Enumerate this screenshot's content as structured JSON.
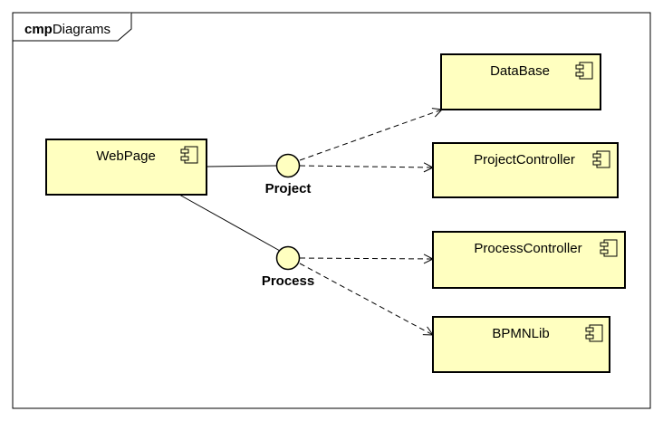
{
  "frame": {
    "kind": "cmp",
    "name": "Diagrams"
  },
  "components": {
    "webpage": "WebPage",
    "database": "DataBase",
    "projectcontroller": "ProjectController",
    "processcontroller": "ProcessController",
    "bpmnlib": "BPMNLib"
  },
  "interfaces": {
    "project": "Project",
    "process": "Process"
  },
  "colors": {
    "component_fill": "#ffffc0",
    "border": "#000000",
    "interface_fill": "#ffffc0"
  }
}
